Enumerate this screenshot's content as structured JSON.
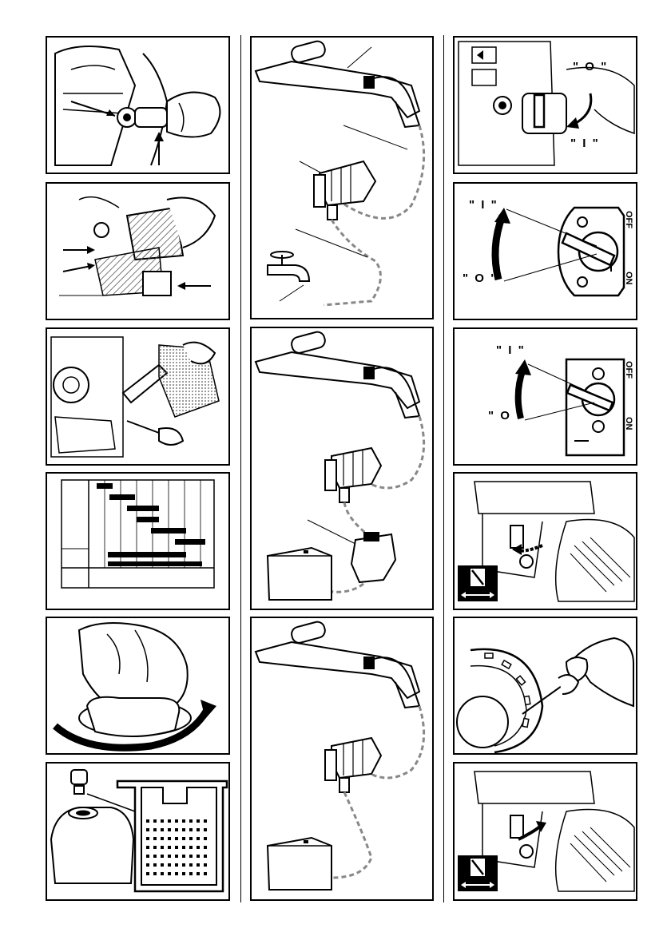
{
  "labels": {
    "off": "OFF",
    "on": "ON",
    "pos_i": "\" I \"",
    "pos_o": "\" O \""
  },
  "colors": {
    "ink": "#000000",
    "paper": "#ffffff",
    "hatch": "#555555"
  }
}
